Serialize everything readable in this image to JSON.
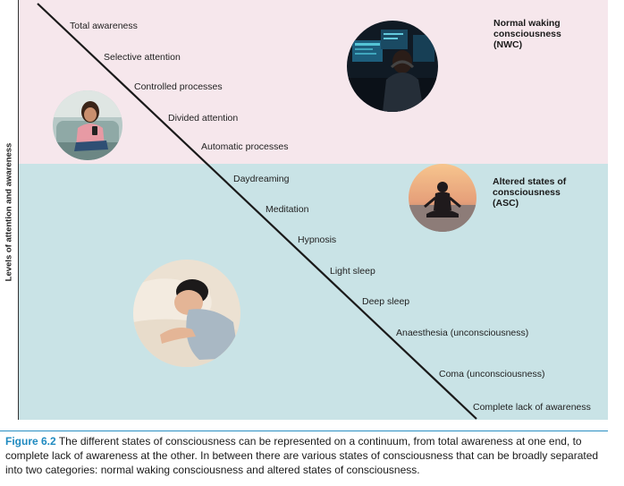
{
  "diagram": {
    "y_axis_label": "Levels of attention and awareness",
    "states": [
      "Total awareness",
      "Selective attention",
      "Controlled processes",
      "Divided attention",
      "Automatic processes",
      "Daydreaming",
      "Meditation",
      "Hypnosis",
      "Light sleep",
      "Deep sleep",
      "Anaesthesia (unconsciousness)",
      "Coma (unconsciousness)",
      "Complete lack of awareness"
    ],
    "categories": {
      "nwc": "Normal waking consciousness (NWC)",
      "asc": "Altered states of consciousness (ASC)"
    },
    "colors": {
      "nwc_band": "#f6e7ec",
      "asc_band": "#c9e3e6",
      "caption_accent": "#1f8ac0"
    }
  },
  "caption": {
    "label": "Figure 6.2",
    "text": "The different states of consciousness can be represented on a continuum, from total awareness at one end, to complete lack of awareness at the other. In between there are various states of consciousness that can be broadly separated into two categories: normal waking consciousness and altered states of consciousness."
  }
}
